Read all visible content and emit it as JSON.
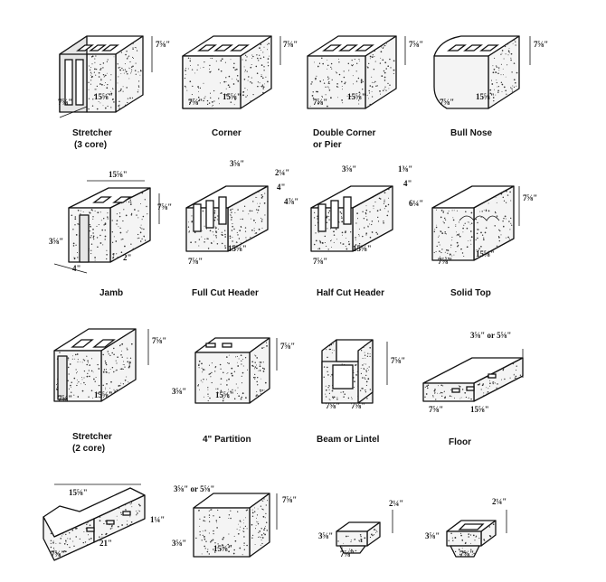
{
  "blocks": [
    {
      "id": "stretcher3",
      "caption": [
        "Stretcher",
        "(3 core)"
      ],
      "dims": {
        "w": "7⅝\"",
        "l": "15⅝\"",
        "h": "7⅝\""
      }
    },
    {
      "id": "corner",
      "caption": [
        "Corner"
      ],
      "dims": {
        "w": "7⅝\"",
        "l": "15⅝\"",
        "h": "7⅝\""
      }
    },
    {
      "id": "doublecorner",
      "caption": [
        "Double Corner",
        "or Pier"
      ],
      "dims": {
        "w": "7⅝\"",
        "l": "15⅝\"",
        "h": "7⅝\""
      }
    },
    {
      "id": "bullnose",
      "caption": [
        "Bull Nose"
      ],
      "dims": {
        "w": "7⅝\"",
        "l": "15⅝\"",
        "h": "7⅝\""
      }
    },
    {
      "id": "jamb",
      "caption": [
        "Jamb"
      ],
      "dims": {
        "top": "15⅝\"",
        "h": "7⅝\"",
        "side": "3⅝\"",
        "a": "4\"",
        "b": "2\""
      }
    },
    {
      "id": "fullcut",
      "caption": [
        "Full Cut Header"
      ],
      "dims": {
        "a": "3⅝\"",
        "b": "2¼\"",
        "c": "4\"",
        "d": "4⅞\"",
        "w": "7⅝\"",
        "l": "15⅝\""
      }
    },
    {
      "id": "halfcut",
      "caption": [
        "Half Cut Header"
      ],
      "dims": {
        "a": "3⅝\"",
        "b": "1⅜\"",
        "c": "4\"",
        "d": "6¼\"",
        "w": "7⅝\"",
        "l": "15⅝\""
      }
    },
    {
      "id": "solidtop",
      "caption": [
        "Solid Top"
      ],
      "dims": {
        "w": "7⅝\"",
        "l": "15⅝\"",
        "h": "7⅝\""
      }
    },
    {
      "id": "stretcher2",
      "caption": [
        "Stretcher",
        "(2 core)"
      ],
      "dims": {
        "w": "7⅝\"",
        "l": "15⅝\"",
        "h": "7⅝\""
      }
    },
    {
      "id": "partition",
      "caption": [
        "4\" Partition"
      ],
      "dims": {
        "t": "3⅝\"",
        "l": "15⅝\"",
        "h": "7⅝\""
      }
    },
    {
      "id": "beam",
      "caption": [
        "Beam or Lintel"
      ],
      "dims": {
        "w": "7⅝\"",
        "l": "7⅝\"",
        "h": "7⅝\""
      }
    },
    {
      "id": "floor",
      "caption": [
        "Floor"
      ],
      "dims": {
        "t": "3⅝\" or 5⅝\"",
        "w": "7⅝\"",
        "l": "15⅝\""
      }
    },
    {
      "id": "floorlong",
      "caption": [],
      "dims": {
        "top": "15⅝\"",
        "t": "3⅝\" or 5⅝\"",
        "lip": "1¼\"",
        "w": "7⅝\"",
        "l": "21\""
      }
    },
    {
      "id": "solid",
      "caption": [],
      "dims": {
        "t": "3⅝\"",
        "l": "15⅝\"",
        "h": "7⅝\""
      }
    },
    {
      "id": "cap1",
      "caption": [],
      "dims": {
        "t": "3⅝\"",
        "l": "7⅝\"",
        "h": "2¼\""
      }
    },
    {
      "id": "cap2",
      "caption": [],
      "dims": {
        "t": "3⅝\"",
        "l": "7⅝\"",
        "h": "2¼\""
      }
    }
  ]
}
